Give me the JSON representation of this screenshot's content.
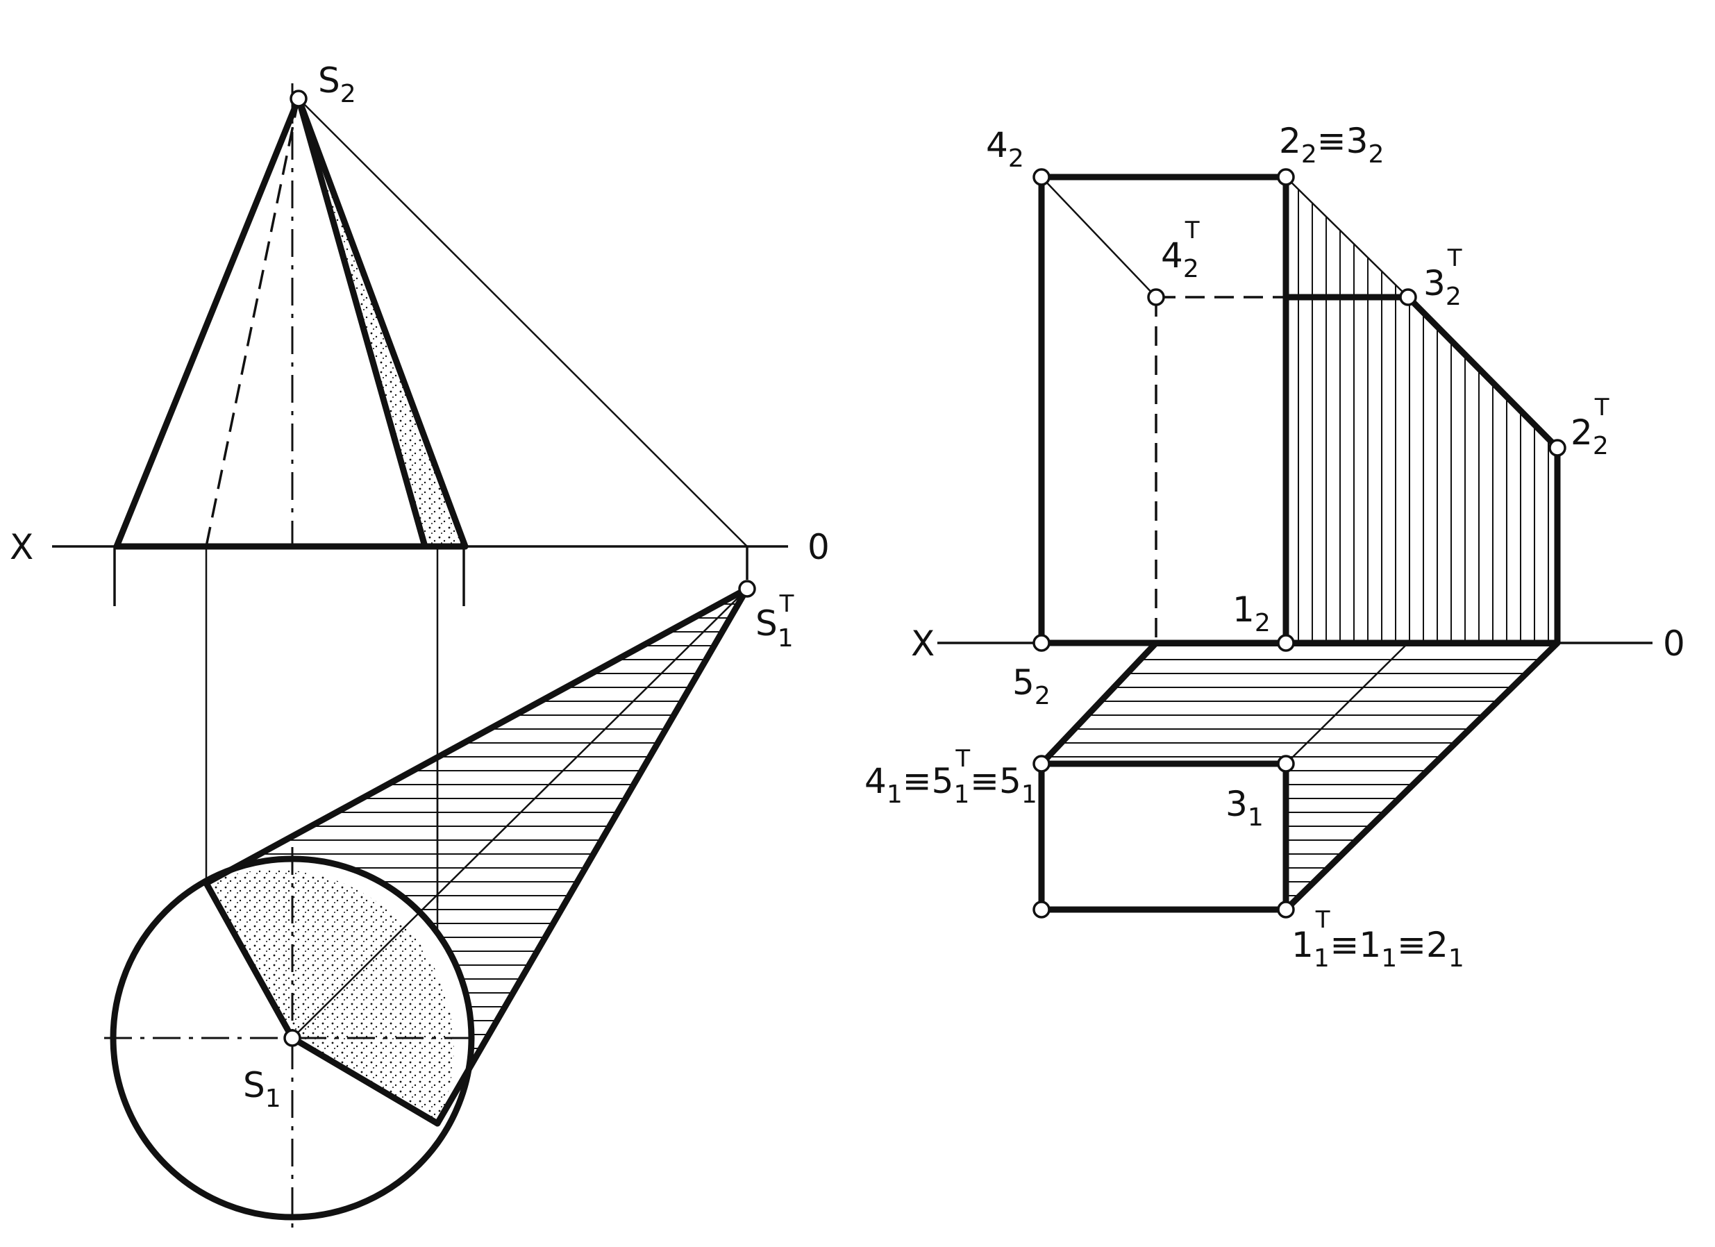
{
  "left_figure": {
    "axis": {
      "x": "X",
      "o": "0"
    },
    "labels": {
      "s2": {
        "base": "S",
        "sub": "2"
      },
      "s1": {
        "base": "S",
        "sub": "1"
      },
      "s1t": {
        "base": "S",
        "sub": "1",
        "sup": "T"
      }
    }
  },
  "right_figure": {
    "axis": {
      "x": "X",
      "o": "0"
    },
    "labels": {
      "p42": {
        "base": "4",
        "sub": "2"
      },
      "p22_32": {
        "t1": "2",
        "s1": "2",
        "eq": "≡",
        "t2": "3",
        "s2": "2"
      },
      "p42t": {
        "base": "4",
        "sub": "2",
        "sup": "T"
      },
      "p32t": {
        "base": "3",
        "sub": "2",
        "sup": "T"
      },
      "p22t": {
        "base": "2",
        "sub": "2",
        "sup": "T"
      },
      "p12": {
        "base": "1",
        "sub": "2"
      },
      "p52": {
        "base": "5",
        "sub": "2"
      },
      "p41": {
        "t1": "4",
        "s1": "1",
        "eq1": "≡",
        "t2": "5",
        "s2": "1",
        "sup2": "T",
        "eq2": "≡",
        "t3": "5",
        "s3": "1"
      },
      "p31": {
        "base": "3",
        "sub": "1"
      },
      "p11t": {
        "t1": "1",
        "s1": "1",
        "sup1": "T",
        "eq1": "≡",
        "t2": "1",
        "s2": "1",
        "eq2": "≡",
        "t3": "2",
        "s3": "1"
      }
    }
  }
}
